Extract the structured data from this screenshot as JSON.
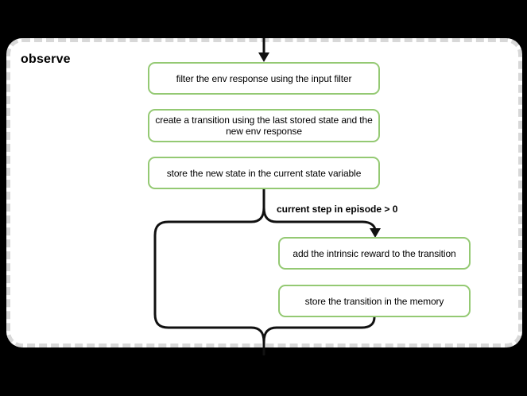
{
  "diagram": {
    "title": "observe",
    "nodes": [
      {
        "id": "filter-env-response",
        "label": "filter the env response using the input filter"
      },
      {
        "id": "create-transition",
        "label": "create a transition using the last stored state and the new env response"
      },
      {
        "id": "store-new-state",
        "label": "store the new state in the current state variable"
      },
      {
        "id": "add-intrinsic-reward",
        "label": "add the intrinsic reward to the transition"
      },
      {
        "id": "store-transition",
        "label": "store the transition in the memory"
      }
    ],
    "condition_label": "current step in episode > 0",
    "edges": [
      {
        "from": "entry",
        "to": "filter-env-response",
        "label": ""
      },
      {
        "from": "store-new-state",
        "to": "add-intrinsic-reward",
        "label": "current step in episode > 0"
      },
      {
        "from": "store-new-state",
        "to": "exit",
        "label": ""
      },
      {
        "from": "store-transition",
        "to": "exit",
        "label": ""
      }
    ],
    "colors": {
      "background": "#000000",
      "container_fill": "#ffffff",
      "container_border": "#d8d8d8",
      "node_border": "#94c973",
      "node_fill": "#ffffff",
      "flow_line": "#111111",
      "text": "#000000"
    }
  }
}
